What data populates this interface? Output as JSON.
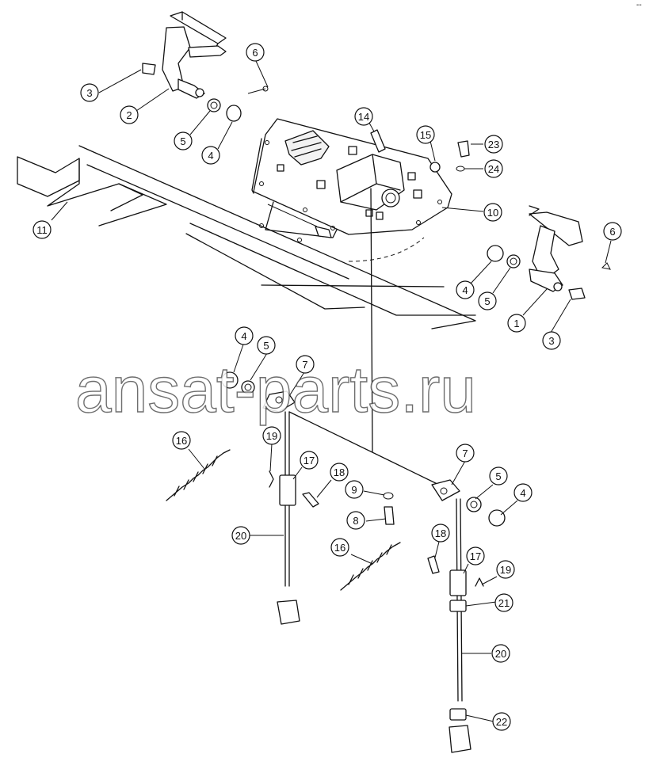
{
  "watermark": "ansat-parts.ru",
  "corner_mark": "--",
  "callouts": [
    {
      "label": "1"
    },
    {
      "label": "2"
    },
    {
      "label": "3"
    },
    {
      "label": "3"
    },
    {
      "label": "4"
    },
    {
      "label": "4"
    },
    {
      "label": "4"
    },
    {
      "label": "4"
    },
    {
      "label": "5"
    },
    {
      "label": "5"
    },
    {
      "label": "5"
    },
    {
      "label": "5"
    },
    {
      "label": "6"
    },
    {
      "label": "6"
    },
    {
      "label": "7"
    },
    {
      "label": "7"
    },
    {
      "label": "8"
    },
    {
      "label": "9"
    },
    {
      "label": "10"
    },
    {
      "label": "11"
    },
    {
      "label": "14"
    },
    {
      "label": "15"
    },
    {
      "label": "16"
    },
    {
      "label": "16"
    },
    {
      "label": "17"
    },
    {
      "label": "17"
    },
    {
      "label": "18"
    },
    {
      "label": "18"
    },
    {
      "label": "19"
    },
    {
      "label": "19"
    },
    {
      "label": "20"
    },
    {
      "label": "20"
    },
    {
      "label": "21"
    },
    {
      "label": "22"
    },
    {
      "label": "23"
    },
    {
      "label": "24"
    }
  ]
}
